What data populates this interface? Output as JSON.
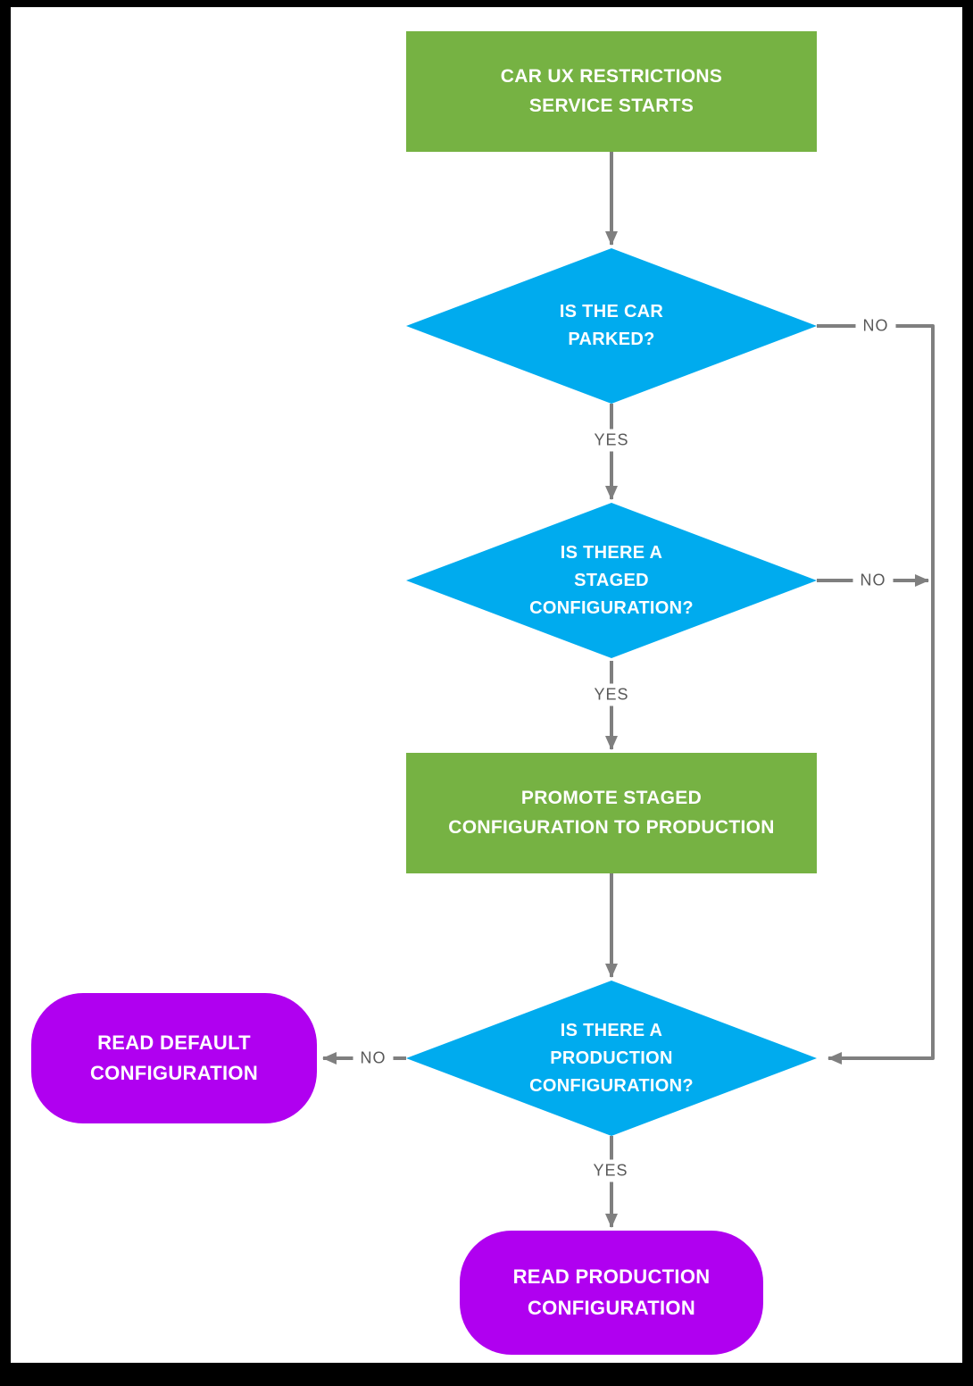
{
  "diagram": {
    "type": "flowchart",
    "nodes": {
      "start": {
        "label": "CAR UX RESTRICTIONS\nSERVICE STARTS",
        "shape": "rectangle",
        "color": "#76B243"
      },
      "parked": {
        "label": "IS THE CAR\nPARKED?",
        "shape": "diamond",
        "color": "#00ABEE"
      },
      "staged": {
        "label": "IS THERE A\nSTAGED\nCONFIGURATION?",
        "shape": "diamond",
        "color": "#00ABEE"
      },
      "promote": {
        "label": "PROMOTE STAGED\nCONFIGURATION TO PRODUCTION",
        "shape": "rectangle",
        "color": "#76B243"
      },
      "production": {
        "label": "IS THERE A\nPRODUCTION\nCONFIGURATION?",
        "shape": "diamond",
        "color": "#00ABEE"
      },
      "read_default": {
        "label": "READ DEFAULT\nCONFIGURATION",
        "shape": "rounded",
        "color": "#B000F0"
      },
      "read_production": {
        "label": "READ PRODUCTION\nCONFIGURATION",
        "shape": "rounded",
        "color": "#B000F0"
      }
    },
    "edge_labels": {
      "parked_yes": "YES",
      "parked_no": "NO",
      "staged_yes": "YES",
      "staged_no": "NO",
      "production_yes": "YES",
      "production_no": "NO"
    },
    "colors": {
      "process": "#76B243",
      "decision": "#00ABEE",
      "terminal": "#B000F0",
      "connector": "#7F7F7F",
      "edge_label_text": "#595959",
      "node_text": "#FFFFFF",
      "background": "#FFFFFF",
      "frame": "#000000"
    }
  }
}
